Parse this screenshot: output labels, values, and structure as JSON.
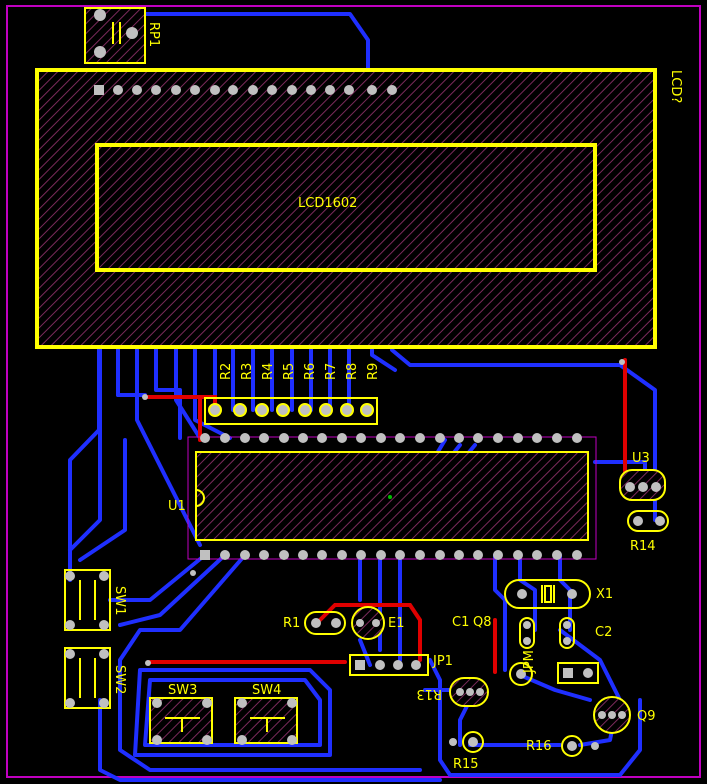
{
  "colors": {
    "background": "#000000",
    "board_outline": "#c000c0",
    "trace_bottom": "#1f2fff",
    "trace_top": "#e00000",
    "silkscreen": "#ffff00",
    "pad": "#c0c0c0",
    "hatch": "#7a2a5a"
  },
  "labels": {
    "rp1": "RP1",
    "lcd_ref": "LCD?",
    "lcd_part": "LCD1602",
    "r2": "R2",
    "r3": "R3",
    "r4": "R4",
    "r5": "R5",
    "r6": "R6",
    "r7": "R7",
    "r8": "R8",
    "r9": "R9",
    "u1": "U1",
    "u3": "U3",
    "r14": "R14",
    "sw1": "SW1",
    "sw2": "SW2",
    "sw3": "SW3",
    "sw4": "SW4",
    "r1": "R1",
    "e1": "E1",
    "c1": "C1",
    "q8": "Q8",
    "x1": "X1",
    "c2": "C2",
    "jp1": "JP1",
    "jpm": "JPM",
    "r13": "R13",
    "q9": "Q9",
    "r16": "R16",
    "r15": "R15"
  }
}
